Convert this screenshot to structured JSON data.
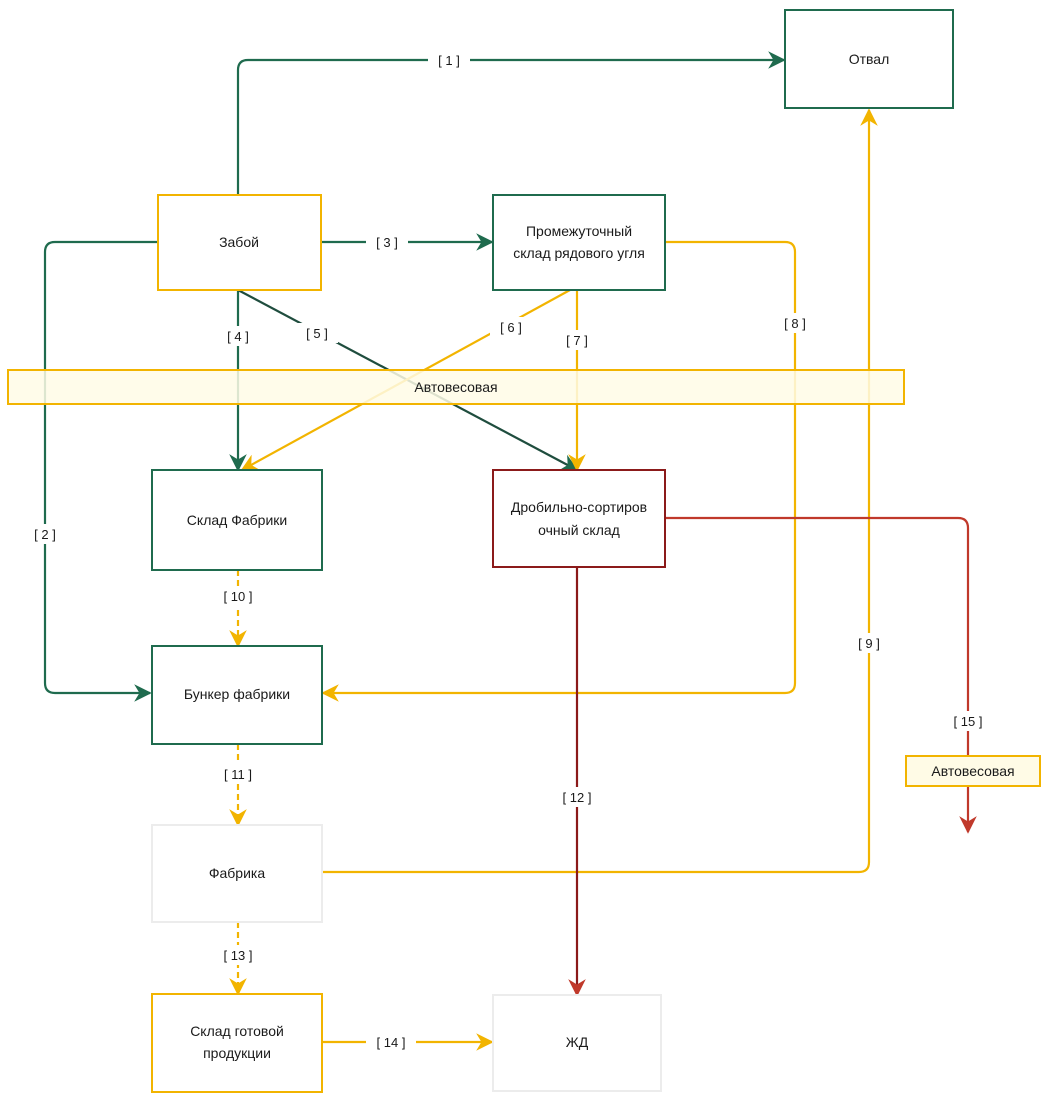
{
  "colors": {
    "green": "#1f6b4e",
    "yellow": "#f2b400",
    "red": "#c0392b",
    "darkred": "#8b1a1a",
    "gray": "#e5e5e5",
    "band_fill": "#fffbe6"
  },
  "nodes": {
    "otval": "Отвал",
    "zaboi": "Забой",
    "intermediate_line1": "Промежуточный",
    "intermediate_line2": "склад рядового угля",
    "band_top": "Автовесовая",
    "factory_store": "Склад Фабрики",
    "crushing_line1": "Дробильно-сортиров",
    "crushing_line2": "очный склад",
    "bunker": "Бункер фабрики",
    "factory": "Фабрика",
    "finished_line1": "Склад готовой",
    "finished_line2": "продукции",
    "rail": "ЖД",
    "band_right": "Автовесовая"
  },
  "edges": {
    "e1": "[ 1 ]",
    "e2": "[ 2 ]",
    "e3": "[ 3 ]",
    "e4": "[ 4 ]",
    "e5": "[ 5 ]",
    "e6": "[ 6 ]",
    "e7": "[ 7 ]",
    "e8": "[ 8 ]",
    "e9": "[ 9 ]",
    "e10": "[ 10 ]",
    "e11": "[ 11 ]",
    "e12": "[ 12 ]",
    "e13": "[ 13 ]",
    "e14": "[ 14 ]",
    "e15": "[ 15 ]"
  }
}
